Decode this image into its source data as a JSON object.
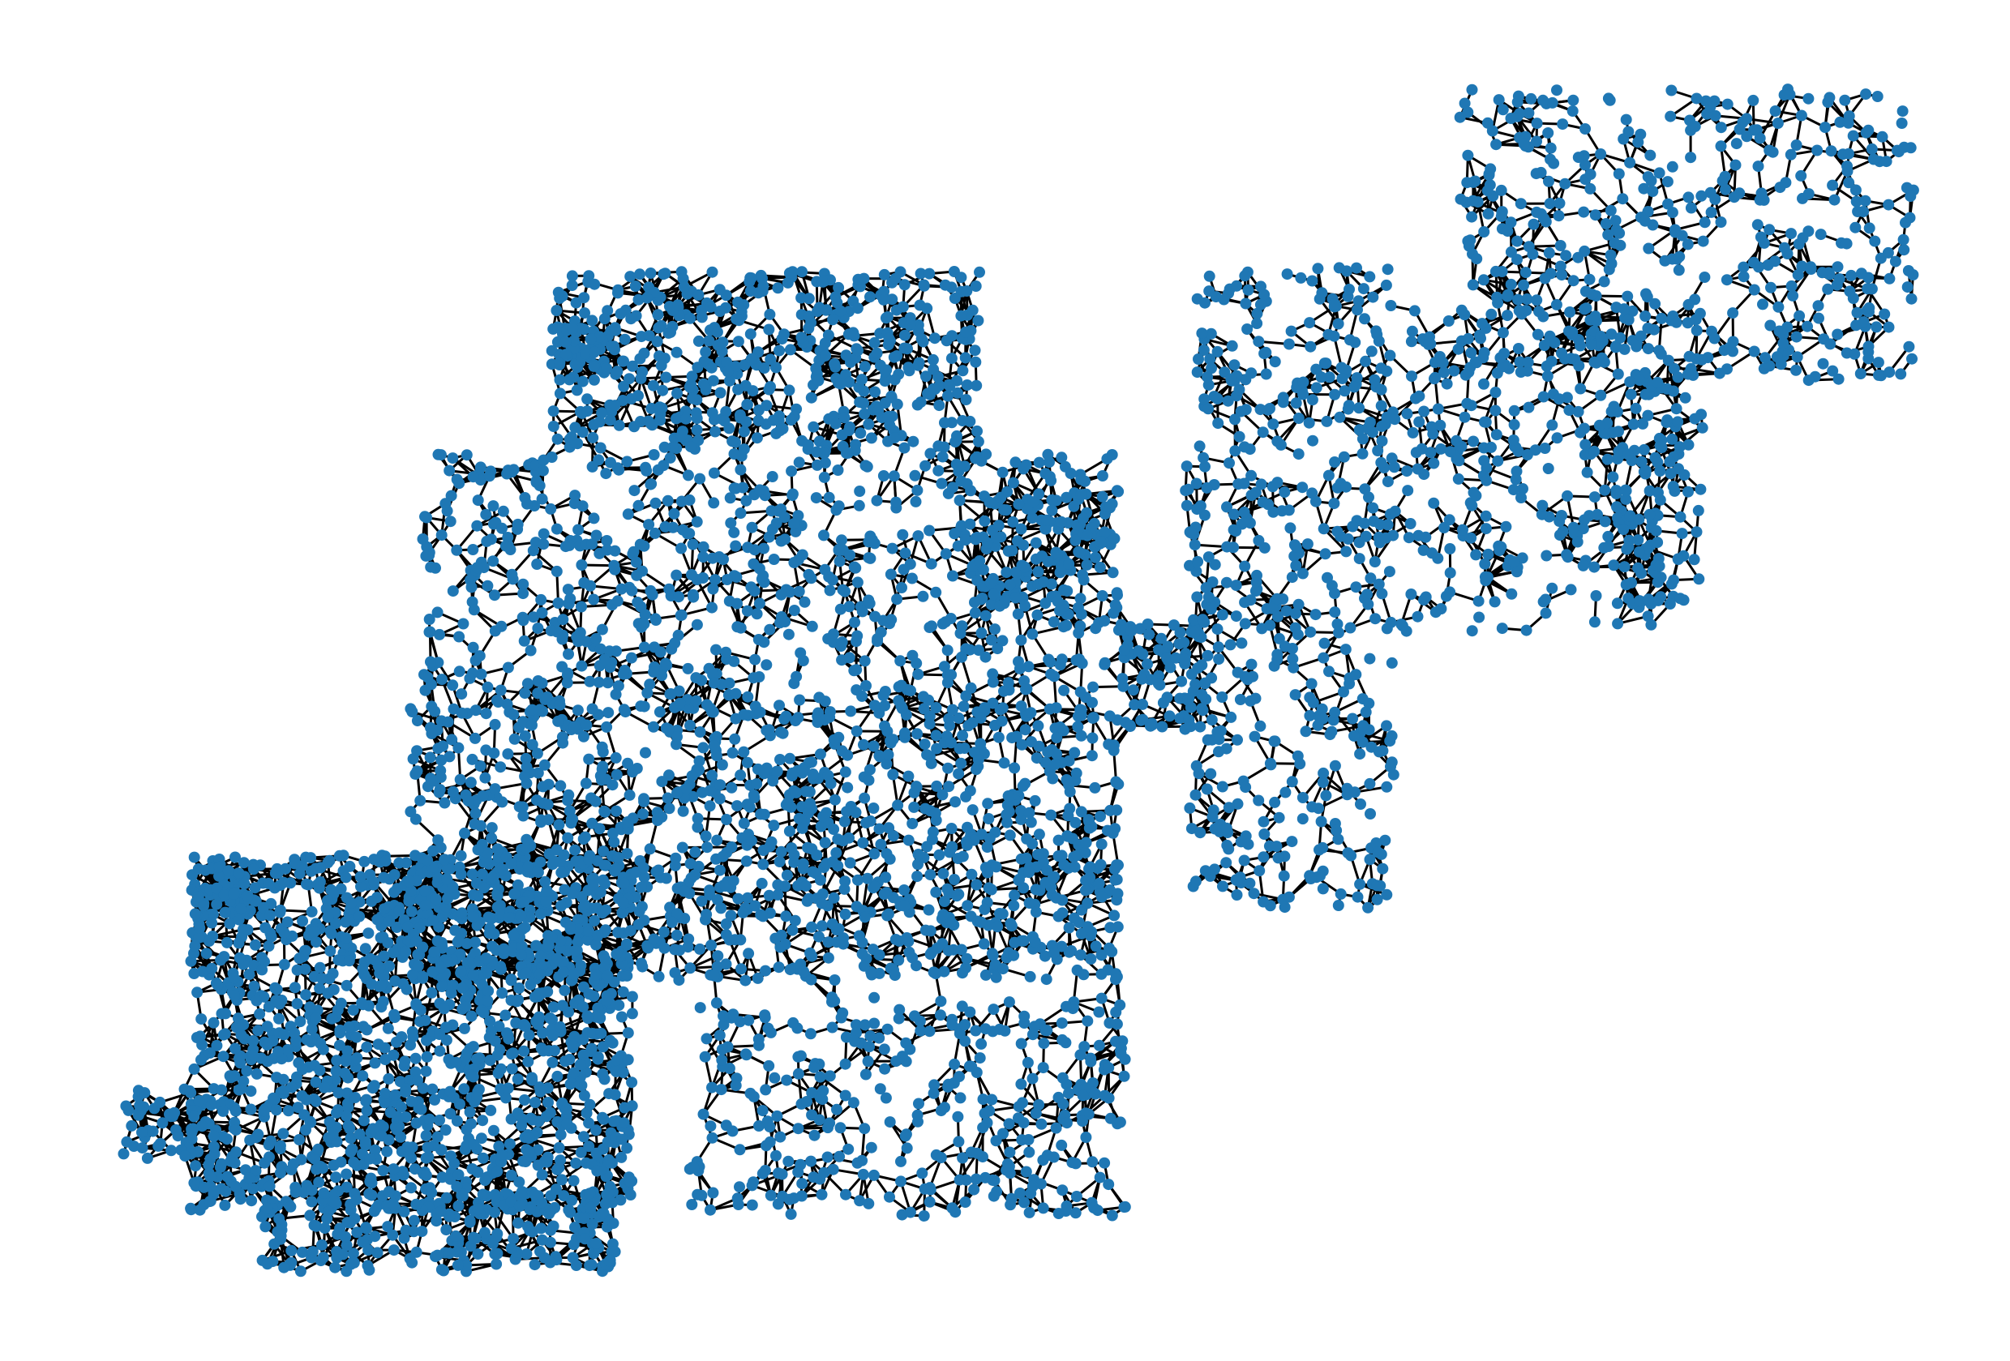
{
  "figure": {
    "kind": "network-graph",
    "background": "#ffffff",
    "axes_visible": false,
    "title": "",
    "legend": "none"
  },
  "style": {
    "node_color": "#1f77b4",
    "edge_color": "#000000"
  },
  "chart_data": {
    "type": "network",
    "node_count_estimate": 10000,
    "labels_shown": false,
    "clusters": [
      {
        "name": "dense-core-southwest",
        "density": "very-high"
      },
      {
        "name": "upper-central-block",
        "density": "high"
      },
      {
        "name": "middle-connector",
        "density": "medium"
      },
      {
        "name": "lower-central-block",
        "density": "medium"
      },
      {
        "name": "east-connector",
        "density": "low"
      },
      {
        "name": "northeast-block",
        "density": "low"
      }
    ]
  }
}
